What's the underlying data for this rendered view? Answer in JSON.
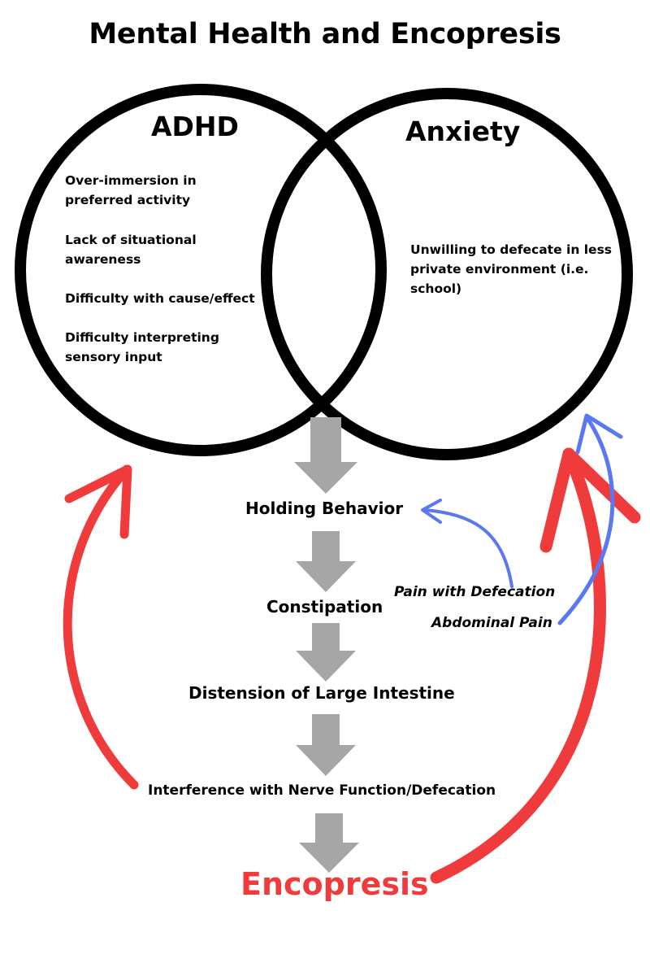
{
  "title": "Mental Health and Encopresis",
  "circles": {
    "adhd": {
      "label": "ADHD",
      "items": [
        "Over-immersion in preferred activity",
        "Lack of situational awareness",
        "Difficulty with cause/effect",
        "Difficulty interpreting sensory input"
      ]
    },
    "anxiety": {
      "label": "Anxiety",
      "items": [
        "Unwilling to defecate in less private environment (i.e. school)"
      ]
    }
  },
  "flow": [
    "Holding Behavior",
    "Constipation",
    "Distension of Large Intestine",
    "Interference with Nerve Function/Defecation"
  ],
  "final": "Encopresis",
  "feedback": {
    "pain_defecation": "Pain with Defecation",
    "abdominal_pain": "Abdominal Pain"
  },
  "colors": {
    "circle_stroke": "#000000",
    "flow_arrow": "#a6a6a6",
    "red_arrow": "#ef3b3b",
    "blue_arrow": "#5a78f2",
    "final_text": "#ef3b3b"
  }
}
